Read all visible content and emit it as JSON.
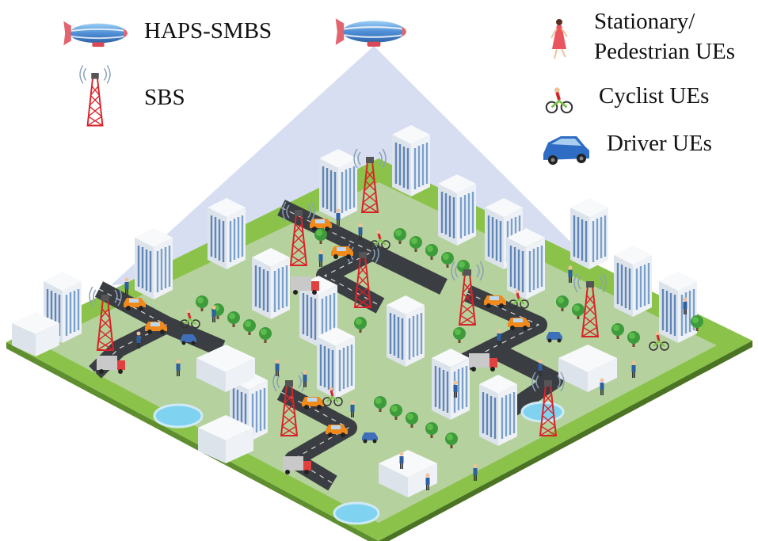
{
  "legend": {
    "haps": {
      "label": "HAPS-SMBS",
      "icon": "blimp-icon"
    },
    "sbs": {
      "label": "SBS",
      "icon": "cell-tower-icon"
    },
    "pedestrian": {
      "label_line1": "Stationary/",
      "label_line2": "Pedestrian UEs",
      "icon": "pedestrian-icon"
    },
    "cyclist": {
      "label": "Cyclist UEs",
      "icon": "cyclist-icon"
    },
    "driver": {
      "label": "Driver UEs",
      "icon": "car-icon"
    }
  },
  "colors": {
    "coverage_beam": "#c9d3ec",
    "grass": "#8bc34a",
    "road": "#3a3d42",
    "sidewalk": "#d9dde2",
    "building": "#eef1f5",
    "window": "#5f86b8",
    "tower_red": "#d8232a",
    "blimp_blue": "#4f8fd6"
  }
}
